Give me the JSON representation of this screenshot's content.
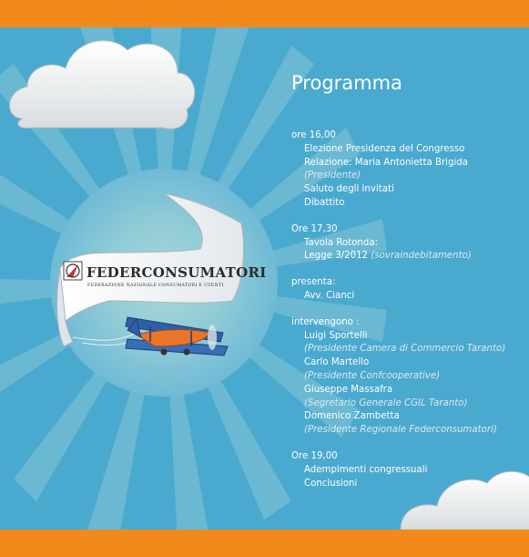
{
  "logo": {
    "name": "FEDERCONSUMATORI",
    "tagline": "FEDERAZIONE NAZIONALE CONSUMATORI E UTENTI"
  },
  "program": {
    "title": "Programma",
    "sections": [
      {
        "head": "ore 16,00",
        "lines": [
          {
            "text": "Elezione Presidenza del Congresso",
            "kind": "item"
          },
          {
            "text": "Relazione: Maria Antonietta Brigida",
            "kind": "item"
          },
          {
            "text": "(Presidente)",
            "kind": "note"
          },
          {
            "text": "Saluto degli invitati",
            "kind": "item"
          },
          {
            "text": "Dibattito",
            "kind": "item"
          }
        ]
      },
      {
        "head": "Ore 17,30",
        "lines": [
          {
            "text": "Tavola Rotonda:",
            "kind": "item"
          },
          {
            "text": "Legge 3/2012",
            "kind": "item",
            "inline_note": "(sovraindebitamento)"
          }
        ]
      },
      {
        "head": "presenta:",
        "lines": [
          {
            "text": "Avv. Cianci",
            "kind": "item"
          }
        ]
      },
      {
        "head": "intervengono :",
        "lines": [
          {
            "text": "Luigi Sportelli",
            "kind": "item"
          },
          {
            "text": "(Presidente Camera di Commercio Taranto)",
            "kind": "note"
          },
          {
            "text": "Carlo Martello",
            "kind": "item"
          },
          {
            "text": "(Presidente Confcooperative)",
            "kind": "note"
          },
          {
            "text": "Giuseppe Massafra",
            "kind": "item"
          },
          {
            "text": "(Segretario Generale CGIL Taranto)",
            "kind": "note"
          },
          {
            "text": "Domenico Zambetta",
            "kind": "item"
          },
          {
            "text": "(Presidente Regionale Federconsumatori)",
            "kind": "note"
          }
        ]
      },
      {
        "head": "Ore 19,00",
        "lines": [
          {
            "text": "Adempimenti congressuali",
            "kind": "item"
          },
          {
            "text": "Conclusioni",
            "kind": "item"
          }
        ]
      }
    ]
  },
  "colors": {
    "sky": "#4aa9cf",
    "band": "#f28a1b",
    "sun": "#86c9d9",
    "plane": "#2f5fa6",
    "propeller": "#e8752a"
  }
}
